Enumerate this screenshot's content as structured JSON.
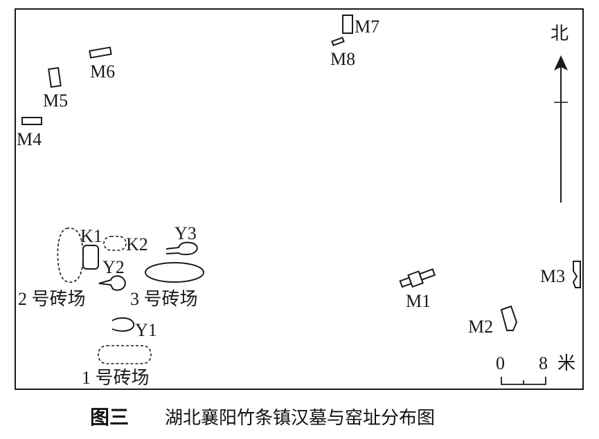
{
  "figure": {
    "number": "图三",
    "title": "湖北襄阳竹条镇汉墓与窑址分布图"
  },
  "compass": {
    "north_label": "北"
  },
  "scale_bar": {
    "start": "0",
    "end": "8",
    "unit": "米"
  },
  "tombs": {
    "m1": "M1",
    "m2": "M2",
    "m3": "M3",
    "m4": "M4",
    "m5": "M5",
    "m6": "M6",
    "m7": "M7",
    "m8": "M8"
  },
  "pits": {
    "k1": "K1",
    "k2": "K2"
  },
  "kilns": {
    "y1": "Y1",
    "y2": "Y2",
    "y3": "Y3"
  },
  "brickyards": {
    "no1": "1 号砖场",
    "no2": "2 号砖场",
    "no3": "3 号砖场"
  }
}
